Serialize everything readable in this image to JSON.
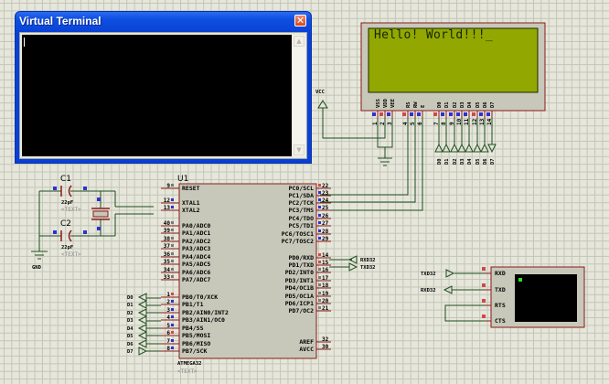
{
  "virtual_terminal": {
    "title": "Virtual Terminal",
    "close_glyph": "✕",
    "scroll_up": "▲",
    "scroll_down": "▼",
    "content": ""
  },
  "lcd": {
    "display_text": "Hello! World!!!_",
    "pin_labels": [
      "VSS",
      "VDD",
      "VEE",
      "RS",
      "RW",
      "E",
      "D0",
      "D1",
      "D2",
      "D3",
      "D4",
      "D5",
      "D6",
      "D7"
    ],
    "pin_numbers": [
      "1",
      "2",
      "3",
      "4",
      "5",
      "6",
      "7",
      "8",
      "9",
      "10",
      "11",
      "12",
      "13",
      "14"
    ],
    "bus_labels": [
      "D0",
      "D1",
      "D2",
      "D3",
      "D4",
      "D5",
      "D6",
      "D7"
    ],
    "screen_color": "#92a800"
  },
  "power": {
    "vcc_label": "VCC",
    "gnd_label": "GND"
  },
  "caps": [
    {
      "ref": "C1",
      "value": "22pF",
      "text": "<TEXT>"
    },
    {
      "ref": "C2",
      "value": "22pF",
      "text": "<TEXT>"
    }
  ],
  "mcu": {
    "ref": "U1",
    "part": "ATMEGA32",
    "text": "<TEXT>",
    "left_pins": [
      {
        "num": "9",
        "name": "RESET"
      },
      {
        "num": "12",
        "name": "XTAL1"
      },
      {
        "num": "13",
        "name": "XTAL2"
      },
      {
        "num": "40",
        "name": "PA0/ADC0"
      },
      {
        "num": "39",
        "name": "PA1/ADC1"
      },
      {
        "num": "38",
        "name": "PA2/ADC2"
      },
      {
        "num": "37",
        "name": "PA3/ADC3"
      },
      {
        "num": "36",
        "name": "PA4/ADC4"
      },
      {
        "num": "35",
        "name": "PA5/ADC5"
      },
      {
        "num": "34",
        "name": "PA6/ADC6"
      },
      {
        "num": "33",
        "name": "PA7/ADC7"
      },
      {
        "num": "1",
        "name": "PB0/T0/XCK"
      },
      {
        "num": "2",
        "name": "PB1/T1"
      },
      {
        "num": "3",
        "name": "PB2/AIN0/INT2"
      },
      {
        "num": "4",
        "name": "PB3/AIN1/OC0"
      },
      {
        "num": "5",
        "name": "PB4/SS"
      },
      {
        "num": "6",
        "name": "PB5/MOSI"
      },
      {
        "num": "7",
        "name": "PB6/MISO"
      },
      {
        "num": "8",
        "name": "PB7/SCK"
      }
    ],
    "right_pins": [
      {
        "num": "22",
        "name": "PC0/SCL"
      },
      {
        "num": "23",
        "name": "PC1/SDA"
      },
      {
        "num": "24",
        "name": "PC2/TCK"
      },
      {
        "num": "25",
        "name": "PC3/TMS"
      },
      {
        "num": "26",
        "name": "PC4/TDO"
      },
      {
        "num": "27",
        "name": "PC5/TDI"
      },
      {
        "num": "28",
        "name": "PC6/TOSC1"
      },
      {
        "num": "29",
        "name": "PC7/TOSC2"
      },
      {
        "num": "14",
        "name": "PD0/RXD"
      },
      {
        "num": "15",
        "name": "PD1/TXD"
      },
      {
        "num": "16",
        "name": "PD2/INT0"
      },
      {
        "num": "17",
        "name": "PD3/INT1"
      },
      {
        "num": "18",
        "name": "PD4/OC1B"
      },
      {
        "num": "19",
        "name": "PD5/OC1A"
      },
      {
        "num": "20",
        "name": "PD6/ICP1"
      },
      {
        "num": "21",
        "name": "PD7/OC2"
      },
      {
        "num": "32",
        "name": "AREF"
      },
      {
        "num": "30",
        "name": "AVCC"
      }
    ],
    "portb_bus_labels": [
      "D0",
      "D1",
      "D2",
      "D3",
      "D4",
      "D5",
      "D6",
      "D7"
    ],
    "uart_labels": [
      "RXD32",
      "TXD32"
    ]
  },
  "terminal": {
    "pins": [
      "RXD",
      "TXD",
      "RTS",
      "CTS"
    ],
    "net_labels": [
      "TXD32",
      "RXD32"
    ]
  }
}
